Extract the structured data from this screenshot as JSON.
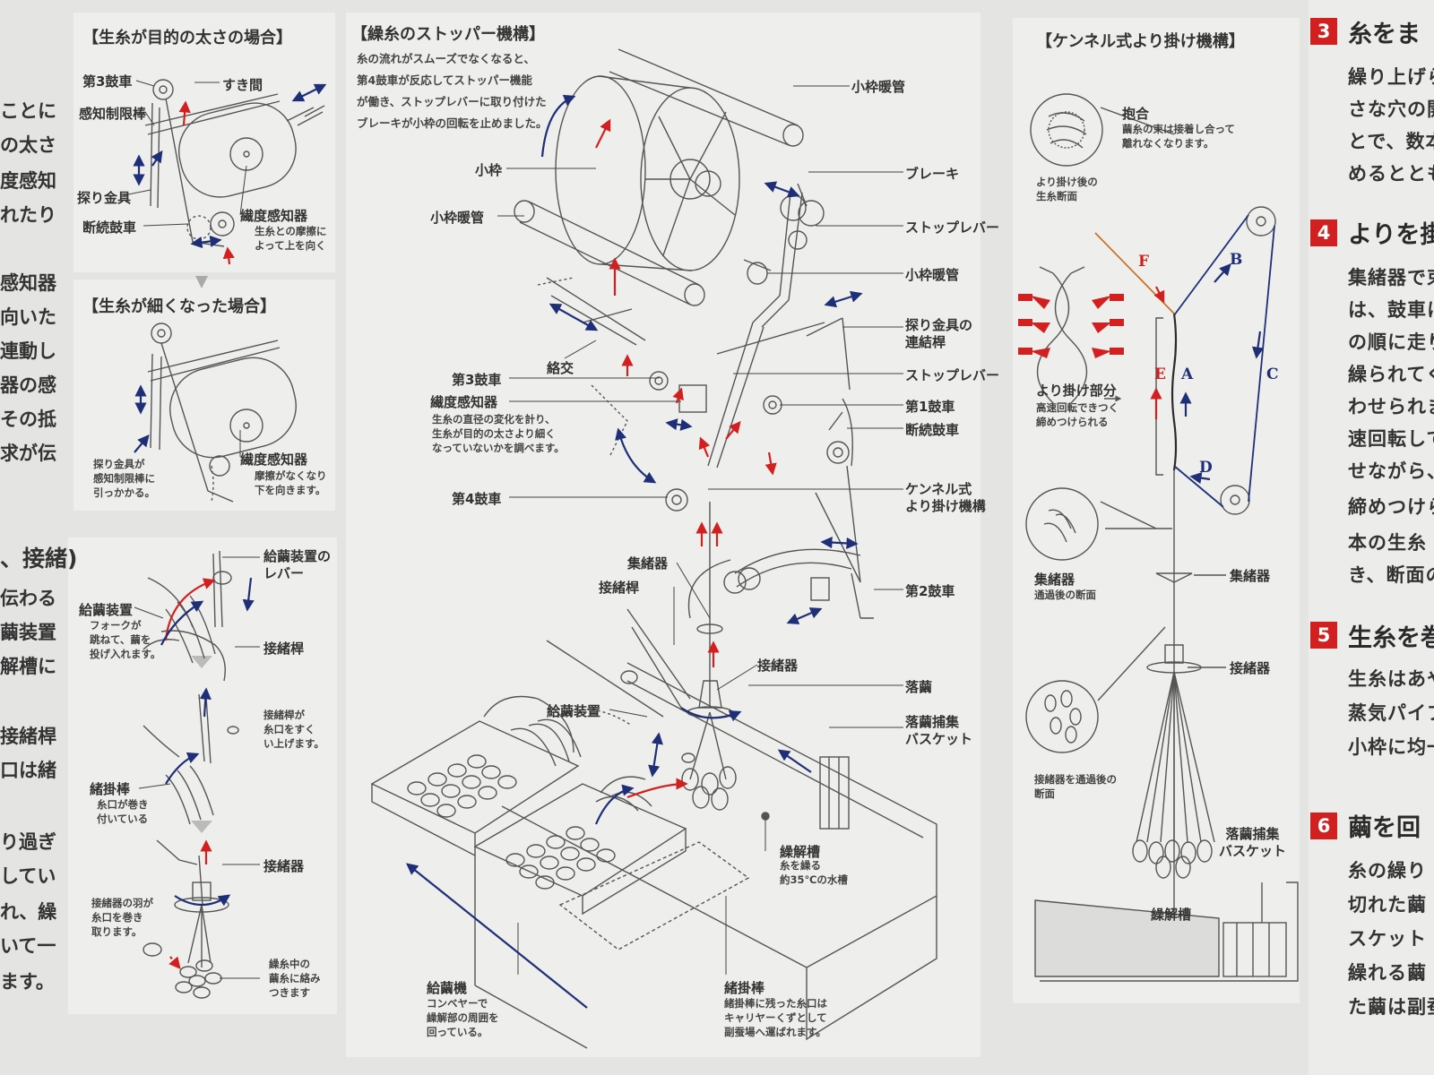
{
  "left_edge_text": [
    "ことに",
    "の太さ",
    "度感知",
    "れたり",
    "感知器",
    "向いた",
    "連動し",
    "器の感",
    "その抵",
    "求が伝",
    "、接緒)",
    "伝わる",
    "繭装置",
    "解槽に",
    "接緒桿",
    "口は緒",
    "り過ぎ",
    "してい",
    "れ、繰",
    "いて一",
    "ます。"
  ],
  "panel_thick": {
    "title": "【生糸が目的の太さの場合】",
    "labels": {
      "drum3": "第3鼓車",
      "gap": "すき間",
      "limit_rod": "感知制限棒",
      "feeler": "探り金具",
      "drum_break": "断続鼓車",
      "sensor": "繊度感知器",
      "sensor_note": "生糸との摩擦に\nよって上を向く"
    }
  },
  "panel_thin": {
    "title": "【生糸が細くなった場合】",
    "labels": {
      "feeler_note": "探り金具が\n感知制限棒に\n引っかかる。",
      "sensor": "繊度感知器",
      "sensor_note": "摩擦がなくなり\n下を向きます。"
    }
  },
  "panel_feeding": {
    "labels": {
      "lever": "給繭装置の\nレバー",
      "feeder": "給繭装置",
      "feeder_note": "フォークが\n跳ねて、繭を\n投げ入れます。",
      "rod1": "接緒桿",
      "rod_note": "接緒桿が\n糸口をすく\nい上げます。",
      "brush": "緒掛棒",
      "brush_note": "糸口が巻き\n付いている",
      "connector": "接緒器",
      "connector_note": "接緒器の羽が\n糸口を巻き\n取ります。",
      "twist_note": "繰糸中の\n繭糸に絡み\nつきます"
    }
  },
  "main": {
    "title": "【繰糸のストッパー機構】",
    "description": "糸の流れがスムーズでなくなると、\n第4鼓車が反応してストッパー機能\nが働き、ストップレバーに取り付けた\nブレーキが小枠の回転を止めました。",
    "labels": {
      "reel_pipe_top": "小枠暖管",
      "reel": "小枠",
      "reel_pipe_left": "小枠暖管",
      "brake": "ブレーキ",
      "stop_lever_top": "ストップレバー",
      "reel_pipe_right": "小枠暖管",
      "crossing": "絡交",
      "feeler_link": "探り金具の\n連結桿",
      "drum3": "第3鼓車",
      "stop_lever": "ストップレバー",
      "sensor": "繊度感知器",
      "sensor_note": "生糸の直径の変化を計り、\n生糸が目的の太さより細く\nなっていないかを調べます。",
      "drum1": "第1鼓車",
      "drum_break": "断続鼓車",
      "drum4": "第4鼓車",
      "kennel": "ケンネル式\nより掛け機構",
      "collector": "集緒器",
      "rod": "接緒桿",
      "drum2": "第2鼓車",
      "connector": "接緒器",
      "feeder": "給繭装置",
      "drop": "落繭",
      "basket": "落繭捕集\nバスケット",
      "basin": "繰解槽",
      "basin_note": "糸を繰る\n約35℃の水槽",
      "feed_machine": "給繭機",
      "feed_machine_note": "コンベヤーで\n繰解部の周囲を\n回っている。",
      "brush": "緒掛棒",
      "brush_note": "緒掛棒に残った糸口は\nキャリヤーくずとして\n副蚕場へ運ばれます。"
    }
  },
  "kennel_panel": {
    "title": "【ケンネル式より掛け機構】",
    "labels": {
      "hold": "抱合",
      "hold_note": "繭糸の束は接着し合って\n離れなくなります。",
      "section_after": "より掛け後の\n生糸断面",
      "twist_part": "より掛け部分",
      "twist_note": "高速回転できつく\n締めつけられる",
      "collector": "集緒器",
      "collector_note": "通過後の断面",
      "connector": "接緒器",
      "connector_note": "接緒器を通過後の\n断面",
      "basket": "落繭捕集\nバスケット",
      "basin": "繰解槽"
    },
    "letters": [
      "A",
      "B",
      "C",
      "D",
      "E",
      "F"
    ]
  },
  "right_sections": [
    {
      "num": "3",
      "head": "糸をま",
      "lines": [
        "繰り上げら",
        "さな穴の開",
        "とで、数本",
        "めるととも"
      ]
    },
    {
      "num": "4",
      "head": "よりを掛",
      "lines": [
        "集緒器で束",
        "は、鼓車に",
        "の順に走り",
        "繰られてく",
        "わせられま",
        "速回転して",
        "せながら、",
        "締めつけら",
        "本の生糸",
        "き、断面の"
      ]
    },
    {
      "num": "5",
      "head": "生糸を巻",
      "lines": [
        "生糸はあや",
        "蒸気パイプ",
        "小枠に均一"
      ]
    },
    {
      "num": "6",
      "head": "繭を回",
      "lines": [
        "糸の繰り",
        "切れた繭",
        "スケット",
        "繰れる繭",
        "た繭は副蚕"
      ]
    }
  ],
  "colors": {
    "red": "#d21f1f",
    "navy": "#1e2f78",
    "line": "#555555",
    "orange": "#c8742a"
  }
}
